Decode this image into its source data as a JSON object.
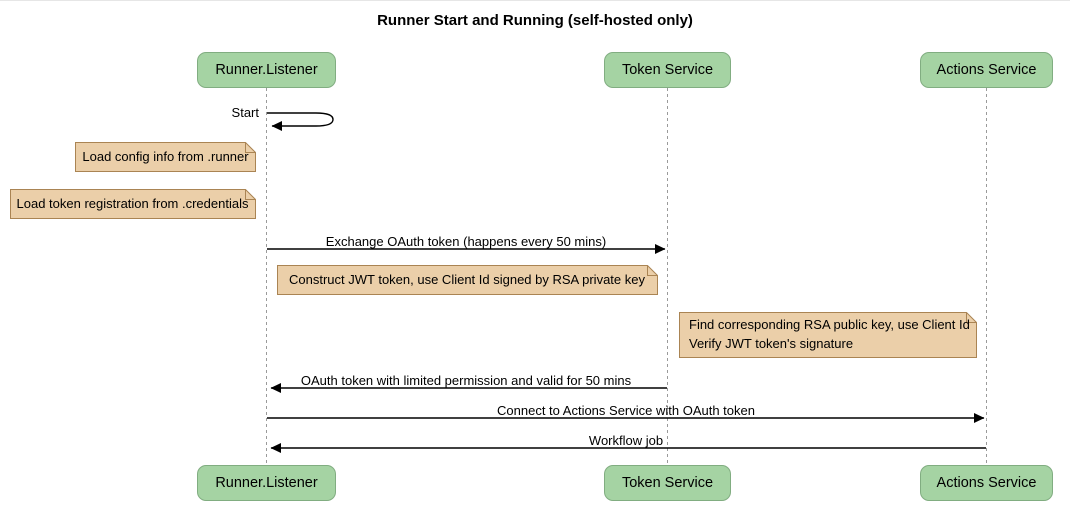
{
  "diagram": {
    "title": "Runner Start and Running (self-hosted only)",
    "type": "sequence-diagram"
  },
  "participants": [
    {
      "name": "Runner.Listener"
    },
    {
      "name": "Token Service"
    },
    {
      "name": "Actions Service"
    }
  ],
  "messages": [
    {
      "label": "Start",
      "from": "Runner.Listener",
      "to": "Runner.Listener",
      "arrow": "self"
    },
    {
      "label": "Exchange OAuth token (happens every 50 mins)",
      "from": "Runner.Listener",
      "to": "Token Service",
      "arrow": "solid-right"
    },
    {
      "label": "OAuth token with limited permission and valid for 50 mins",
      "from": "Token Service",
      "to": "Runner.Listener",
      "arrow": "solid-left"
    },
    {
      "label": "Connect to Actions Service with OAuth token",
      "from": "Runner.Listener",
      "to": "Actions Service",
      "arrow": "solid-right"
    },
    {
      "label": "Workflow job",
      "from": "Actions Service",
      "to": "Runner.Listener",
      "arrow": "solid-left"
    }
  ],
  "notes": [
    {
      "text": "Load config info from .runner",
      "position": "left of Runner.Listener"
    },
    {
      "text": "Load token registration from .credentials",
      "position": "left of Runner.Listener"
    },
    {
      "text": "Construct JWT token, use Client Id signed by RSA private key",
      "position": "over Runner.Listener and Token Service"
    },
    {
      "text": "Find corresponding RSA public key, use Client Id\nVerify JWT token's signature",
      "position": "right of Token Service"
    }
  ],
  "colors": {
    "actor_fill": "#a5d3a3",
    "actor_border": "#81ad81",
    "note_fill": "#ebcfa9",
    "note_border": "#aa8453",
    "lifeline": "#9a9a9a",
    "arrow": "#000000",
    "background": "#ffffff"
  }
}
